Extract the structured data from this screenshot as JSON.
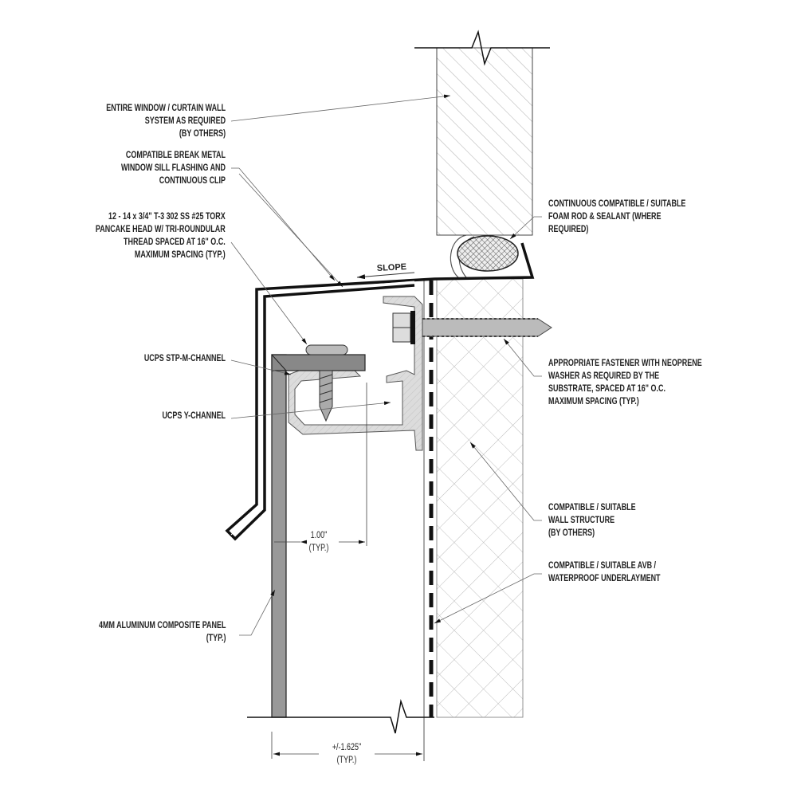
{
  "labels": {
    "window_system": [
      "ENTIRE WINDOW / CURTAIN WALL",
      "SYSTEM AS REQUIRED",
      "(BY OTHERS)"
    ],
    "sill_flashing": [
      "COMPATIBLE BREAK METAL",
      "WINDOW SILL FLASHING AND",
      "CONTINUOUS CLIP"
    ],
    "pancake_screw": [
      "12 - 14 x 3/4\" T-3 302 SS #25 TORX",
      "PANCAKE HEAD W/ TRI-ROUNDULAR",
      "THREAD SPACED AT 16\" O.C.",
      "MAXIMUM SPACING (TYP.)"
    ],
    "stp_m_channel": [
      "UCPS STP-M-CHANNEL"
    ],
    "y_channel": [
      "UCPS Y-CHANNEL"
    ],
    "acm_panel": [
      "4MM ALUMINUM COMPOSITE PANEL",
      "(TYP.)"
    ],
    "foam_rod": [
      "CONTINUOUS COMPATIBLE / SUITABLE",
      "FOAM ROD & SEALANT (WHERE",
      "REQUIRED)"
    ],
    "fastener": [
      "APPROPRIATE FASTENER WITH NEOPRENE",
      "WASHER AS REQUIRED BY THE",
      "SUBSTRATE, SPACED AT 16\" O.C.",
      "MAXIMUM SPACING (TYP.)"
    ],
    "wall_structure": [
      "COMPATIBLE / SUITABLE",
      "WALL STRUCTURE",
      "(BY OTHERS)"
    ],
    "avb": [
      "COMPATIBLE / SUITABLE AVB /",
      "WATERPROOF UNDERLAYMENT"
    ],
    "slope": "SLOPE"
  },
  "dimensions": {
    "gap": [
      "1.00\"",
      "(TYP.)"
    ],
    "depth": [
      "+/-1.625\"",
      "(TYP.)"
    ]
  },
  "colors": {
    "panel": "#999999",
    "extrusion": "#dcdcdc",
    "line": "#111111"
  }
}
